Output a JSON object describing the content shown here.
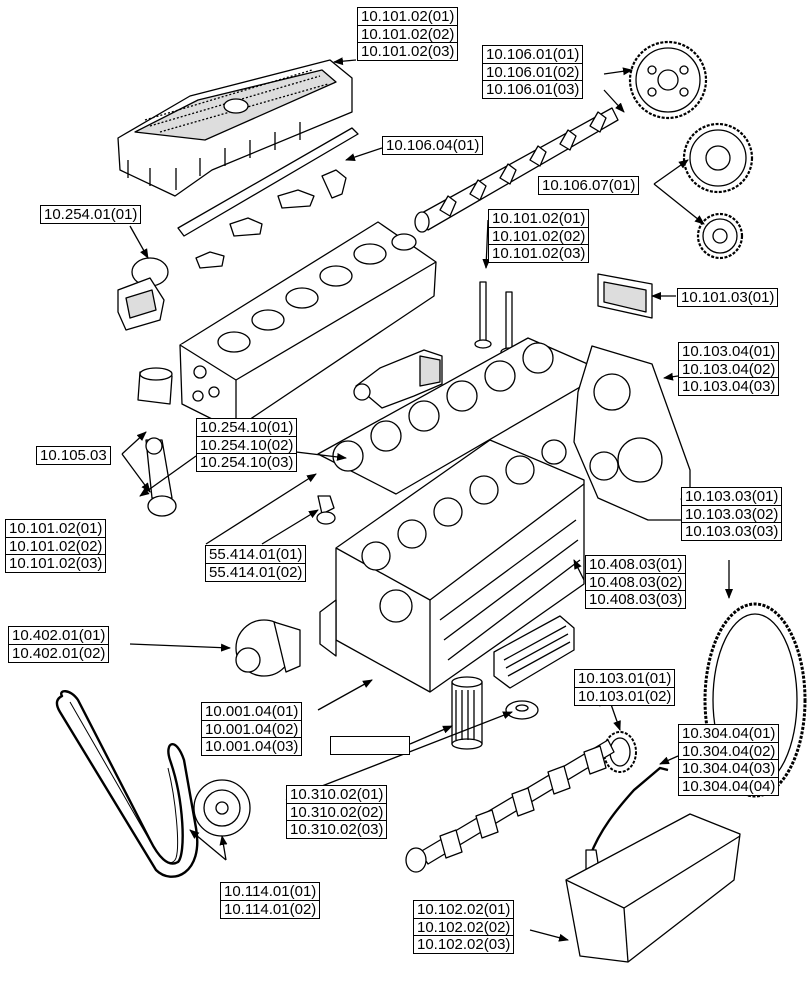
{
  "groups": [
    {
      "key": "cover",
      "refs": [
        "10.101.02(01)",
        "10.101.02(02)",
        "10.101.02(03)"
      ]
    },
    {
      "key": "camgear",
      "refs": [
        "10.106.01(01)",
        "10.106.01(02)",
        "10.106.01(03)"
      ]
    },
    {
      "key": "rocker",
      "refs": [
        "10.106.04(01)"
      ]
    },
    {
      "key": "idler",
      "refs": [
        "10.106.07(01)"
      ]
    },
    {
      "key": "sensor",
      "refs": [
        "10.254.01(01)"
      ]
    },
    {
      "key": "head",
      "refs": [
        "10.101.02(01)",
        "10.101.02(02)",
        "10.101.02(03)"
      ]
    },
    {
      "key": "filter",
      "refs": [
        "10.101.03(01)"
      ]
    },
    {
      "key": "gearcover",
      "refs": [
        "10.103.04(01)",
        "10.103.04(02)",
        "10.103.04(03)"
      ]
    },
    {
      "key": "manifold",
      "refs": [
        "10.254.10(01)",
        "10.254.10(02)",
        "10.254.10(03)"
      ]
    },
    {
      "key": "piston",
      "refs": [
        "10.105.03"
      ]
    },
    {
      "key": "gasket",
      "refs": [
        "10.101.02(01)",
        "10.101.02(02)",
        "10.101.02(03)"
      ]
    },
    {
      "key": "flywheel",
      "refs": [
        "10.103.03(01)",
        "10.103.03(02)",
        "10.103.03(03)"
      ]
    },
    {
      "key": "thermo",
      "refs": [
        "55.414.01(01)",
        "55.414.01(02)"
      ]
    },
    {
      "key": "oilcooler",
      "refs": [
        "10.408.03(01)",
        "10.408.03(02)",
        "10.408.03(03)"
      ]
    },
    {
      "key": "waterpump",
      "refs": [
        "10.402.01(01)",
        "10.402.01(02)"
      ]
    },
    {
      "key": "crankgear",
      "refs": [
        "10.103.01(01)",
        "10.103.01(02)"
      ]
    },
    {
      "key": "block",
      "refs": [
        "10.001.04(01)",
        "10.001.04(02)",
        "10.001.04(03)"
      ]
    },
    {
      "key": "oilfilter",
      "refs": [
        ""
      ]
    },
    {
      "key": "dipstick",
      "refs": [
        "10.304.04(01)",
        "10.304.04(02)",
        "10.304.04(03)",
        "10.304.04(04)"
      ]
    },
    {
      "key": "crank",
      "refs": [
        "10.310.02(01)",
        "10.310.02(02)",
        "10.310.02(03)"
      ]
    },
    {
      "key": "belt",
      "refs": [
        "10.114.01(01)",
        "10.114.01(02)"
      ]
    },
    {
      "key": "oilpan",
      "refs": [
        "10.102.02(01)",
        "10.102.02(02)",
        "10.102.02(03)"
      ]
    }
  ]
}
